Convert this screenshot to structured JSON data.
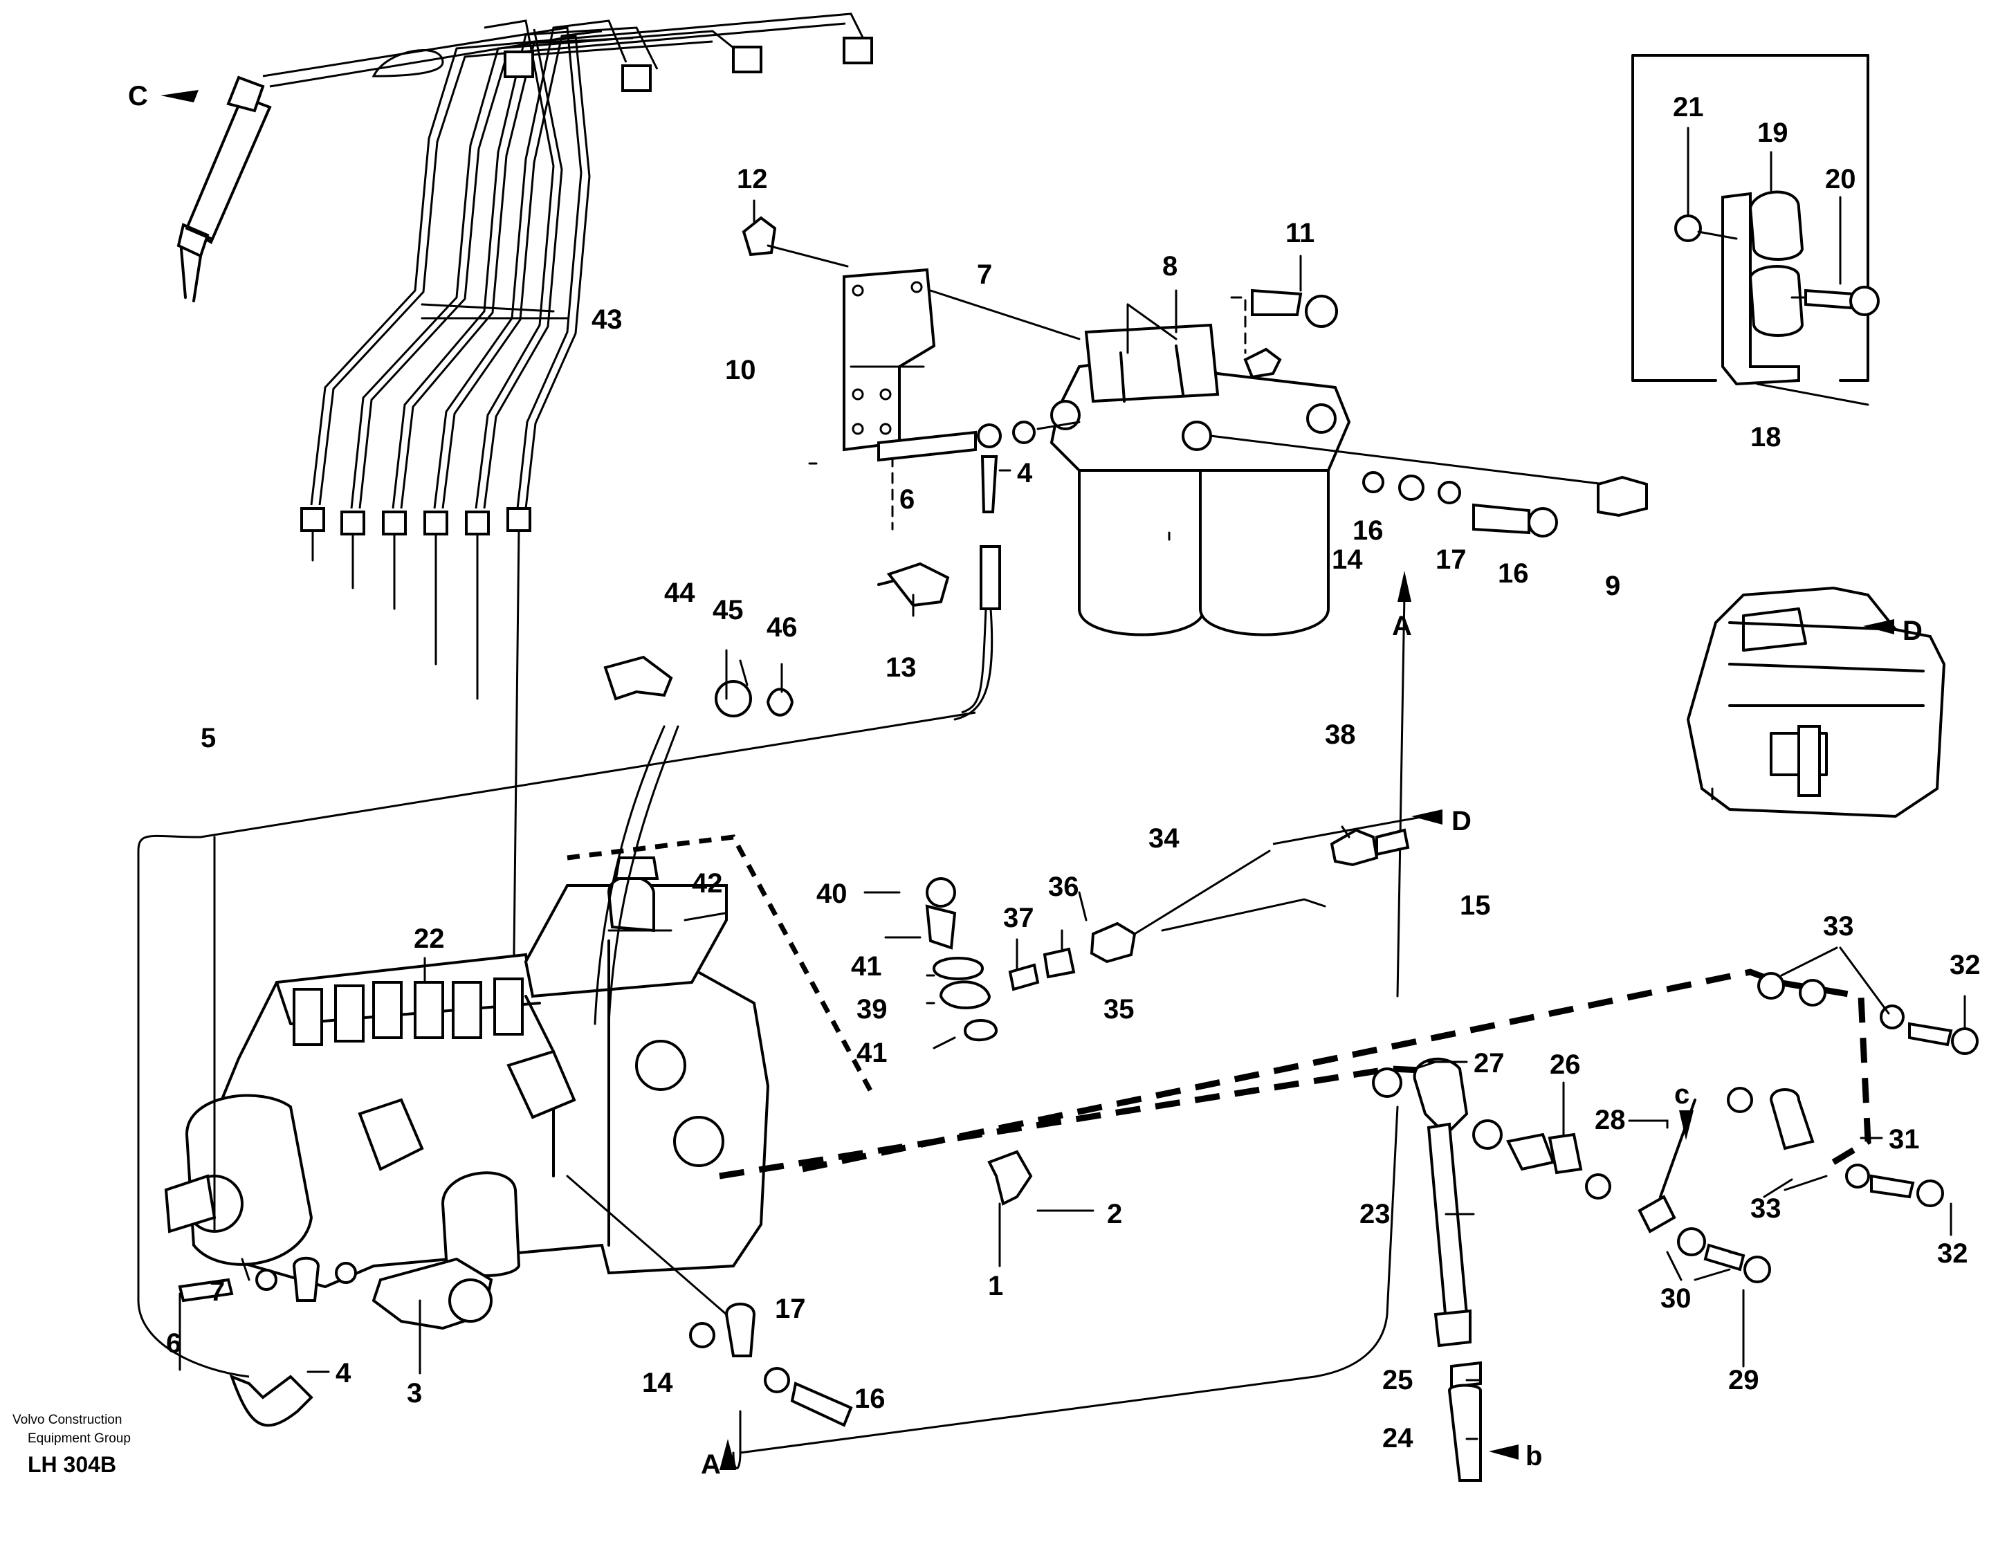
{
  "callouts": {
    "c1": "1",
    "c2": "2",
    "c3": "3",
    "c4a": "4",
    "c4b": "4",
    "c5": "5",
    "c6a": "6",
    "c6b": "6",
    "c7a": "7",
    "c7b": "7",
    "c8": "8",
    "c9": "9",
    "c10": "10",
    "c11": "11",
    "c12": "12",
    "c13": "13",
    "c14a": "14",
    "c14b": "14",
    "c15": "15",
    "c16a": "16",
    "c16b": "16",
    "c16c": "16",
    "c17a": "17",
    "c17b": "17",
    "c18": "18",
    "c19": "19",
    "c20": "20",
    "c21": "21",
    "c22": "22",
    "c23": "23",
    "c24": "24",
    "c25": "25",
    "c26": "26",
    "c27": "27",
    "c28": "28",
    "c29": "29",
    "c30": "30",
    "c31": "31",
    "c32a": "32",
    "c32b": "32",
    "c33a": "33",
    "c33b": "33",
    "c34": "34",
    "c35": "35",
    "c36": "36",
    "c37": "37",
    "c38": "38",
    "c39": "39",
    "c40": "40",
    "c41a": "41",
    "c41b": "41",
    "c42": "42",
    "c43": "43",
    "c44": "44",
    "c45": "45",
    "c46": "46"
  },
  "connectors": {
    "A_top": "A",
    "A_bottom": "A",
    "C_upper": "C",
    "c_lower": "c",
    "D_pipe": "D",
    "D_inset": "D",
    "b": "b"
  },
  "footer": {
    "company_line1": "Volvo Construction",
    "company_line2": "Equipment Group",
    "code": "LH 304B"
  }
}
